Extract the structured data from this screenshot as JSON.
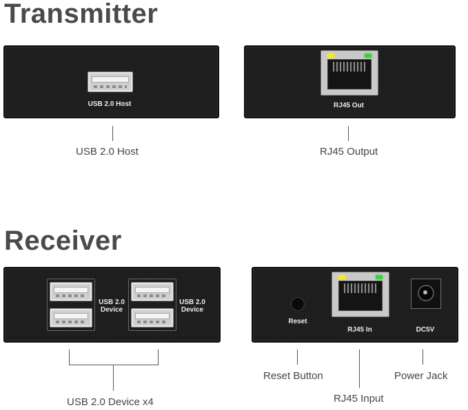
{
  "transmitter": {
    "title": "Transmitter",
    "host_panel": {
      "port_label": "USB 2.0 Host",
      "caption": "USB 2.0 Host"
    },
    "rj45_panel": {
      "port_label": "RJ45 Out",
      "caption": "RJ45 Output"
    }
  },
  "receiver": {
    "title": "Receiver",
    "device_panel": {
      "port_label_1_line1": "USB 2.0",
      "port_label_1_line2": "Device",
      "port_label_2_line1": "USB 2.0",
      "port_label_2_line2": "Device",
      "caption": "USB 2.0 Device x4"
    },
    "rj45_panel": {
      "reset_label": "Reset",
      "rj45_label": "RJ45 In",
      "dc_label": "DC5V",
      "reset_caption": "Reset Button",
      "rj45_caption": "RJ45 Input",
      "dc_caption": "Power Jack"
    }
  },
  "colors": {
    "panel": "#1b1b1b",
    "heading": "#4a4a4a",
    "led_yellow": "#f1ea2a",
    "led_green": "#3fcf3f"
  }
}
